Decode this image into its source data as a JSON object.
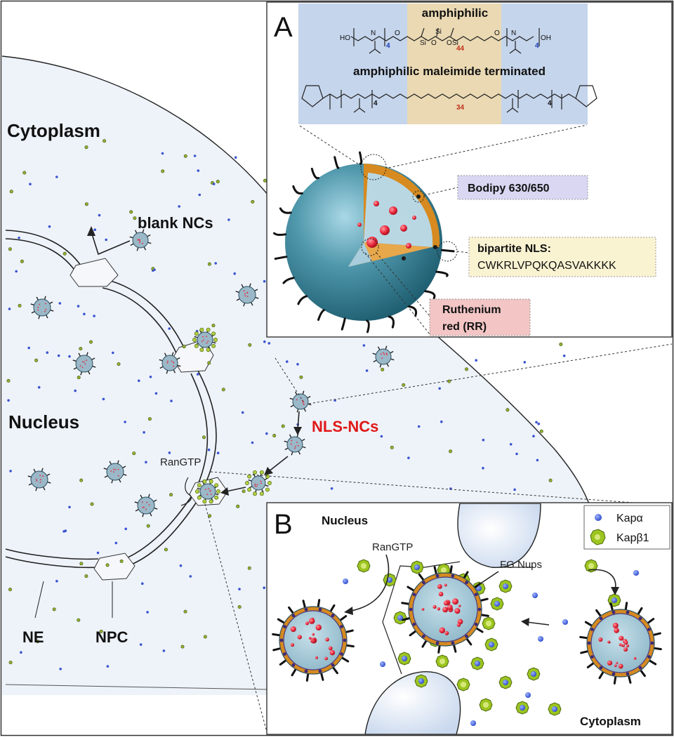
{
  "main": {
    "cytoplasm_label": "Cytoplasm",
    "nucleus_label": "Nucleus",
    "blank_ncs_label": "blank NCs",
    "nls_ncs_label": "NLS-NCs",
    "rangtp_label": "RanGTP",
    "ne_label": "NE",
    "npc_label": "NPC"
  },
  "panel_a": {
    "letter": "A",
    "amphiphilic_label": "amphiphilic",
    "maleimide_label": "amphiphilic maleimide terminated",
    "subscripts": {
      "left": "4",
      "core_top": "44",
      "right": "4",
      "core_bottom": "34"
    },
    "chem_terms": {
      "hydroxyl": "HO",
      "hydroxyl_end": "OH",
      "nitrogen": "N",
      "oxygen": "O",
      "silicon": "Si"
    },
    "bodipy_label": "Bodipy 630/650",
    "nls_label": "bipartite NLS:",
    "nls_sequence": "CWKRLVPQKQASVAKKKK",
    "ruthenium_line1": "Ruthenium",
    "ruthenium_line2": "red (RR)"
  },
  "panel_b": {
    "letter": "B",
    "nucleus_label": "Nucleus",
    "cytoplasm_label": "Cytoplasm",
    "rangtp_label": "RanGTP",
    "fg_nups_label": "FG Nups",
    "legend": {
      "kap_alpha": "Kapα",
      "kap_beta": "Kapβ1"
    }
  },
  "colors": {
    "cytoplasm_fill": "#eef3fa",
    "nc_fill": "#9ab8c8",
    "sphere_teal": "#3f879c",
    "shell_orange": "#d68a1f",
    "cargo_red": "#e8263a",
    "kap_alpha_blue": "#2a49c8",
    "kap_beta_green": "#9cc520",
    "nls_red": "#e01818",
    "bodipy_box": "#d9d7f2",
    "nls_box": "#faf3d2",
    "ruthenium_box": "#f3c5c5",
    "hydrophilic_band": "#c5d5ec",
    "hydrophobic_band": "#ead9b3"
  }
}
